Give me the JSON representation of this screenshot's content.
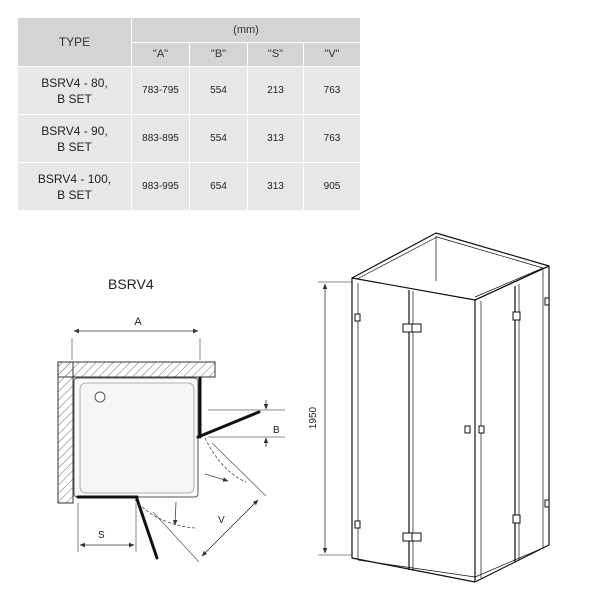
{
  "table": {
    "type_header": "TYPE",
    "unit_header": "(mm)",
    "columns": [
      "\"A\"",
      "\"B\"",
      "\"S\"",
      "\"V\""
    ],
    "rows": [
      {
        "name_line1": "BSRV4 - 80,",
        "name_line2": "B SET",
        "values": [
          "783-795",
          "554",
          "213",
          "763"
        ]
      },
      {
        "name_line1": "BSRV4 - 90,",
        "name_line2": "B SET",
        "values": [
          "883-895",
          "554",
          "313",
          "763"
        ]
      },
      {
        "name_line1": "BSRV4 - 100,",
        "name_line2": "B SET",
        "values": [
          "983-995",
          "654",
          "313",
          "905"
        ]
      }
    ]
  },
  "plan": {
    "title": "BSRV4",
    "dim_a": "A",
    "dim_b": "B",
    "dim_s": "S",
    "dim_v": "V"
  },
  "elevation": {
    "height_label": "1950"
  }
}
